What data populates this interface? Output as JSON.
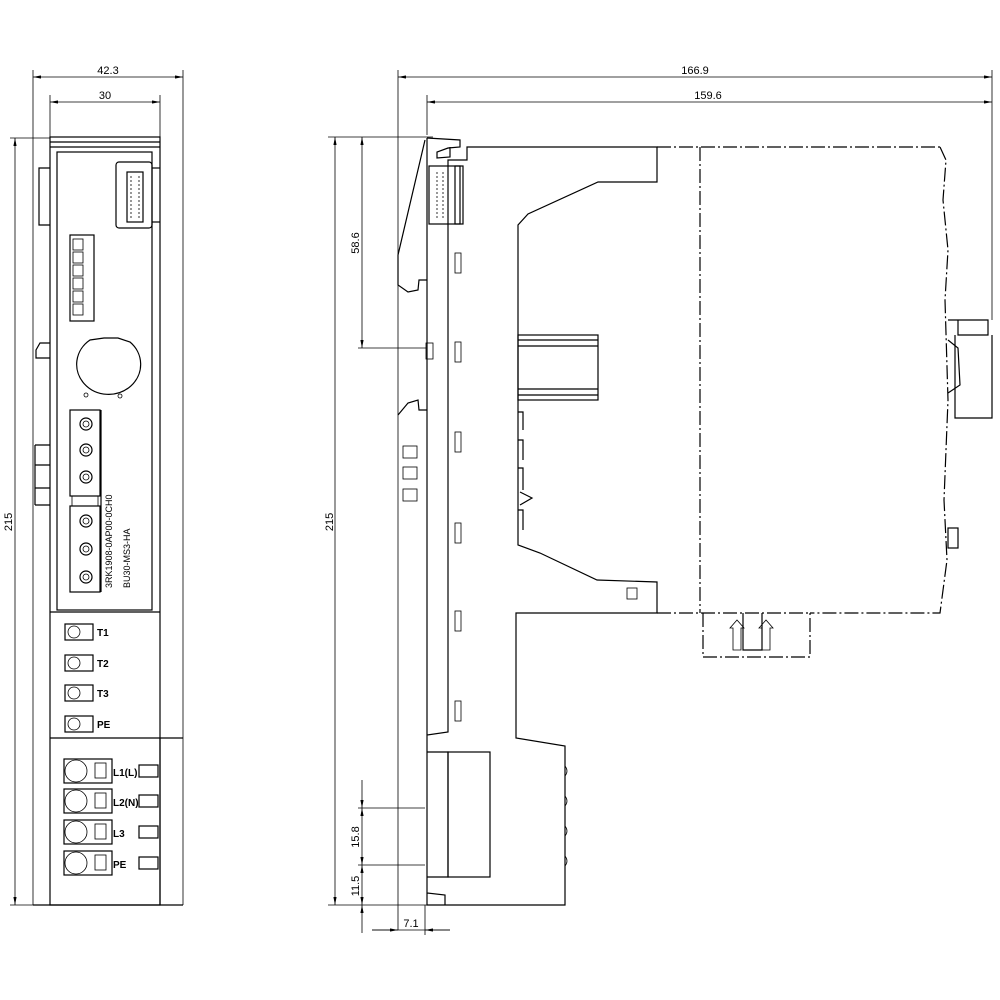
{
  "title": "Dimension drawing: base unit with terminals",
  "front_view": {
    "dim_width_outer": "42.3",
    "dim_width_inner": "30",
    "dim_height": "215",
    "part_number_1": "3RK1908-0AP00-0CH0",
    "part_number_2": "BU30-MS3-HA",
    "output_terminals": [
      "T1",
      "T2",
      "T3",
      "PE"
    ],
    "input_terminals": [
      "L1(L)",
      "L2(N)",
      "L3",
      "PE"
    ]
  },
  "side_view": {
    "dim_depth_total": "166.9",
    "dim_depth_rail": "159.6",
    "dim_rail_to_top": "58.6",
    "dim_height": "215",
    "dim_terminal_height": "15.8",
    "dim_terminal_bottom": "11.5",
    "dim_terminal_offset": "7.1"
  }
}
